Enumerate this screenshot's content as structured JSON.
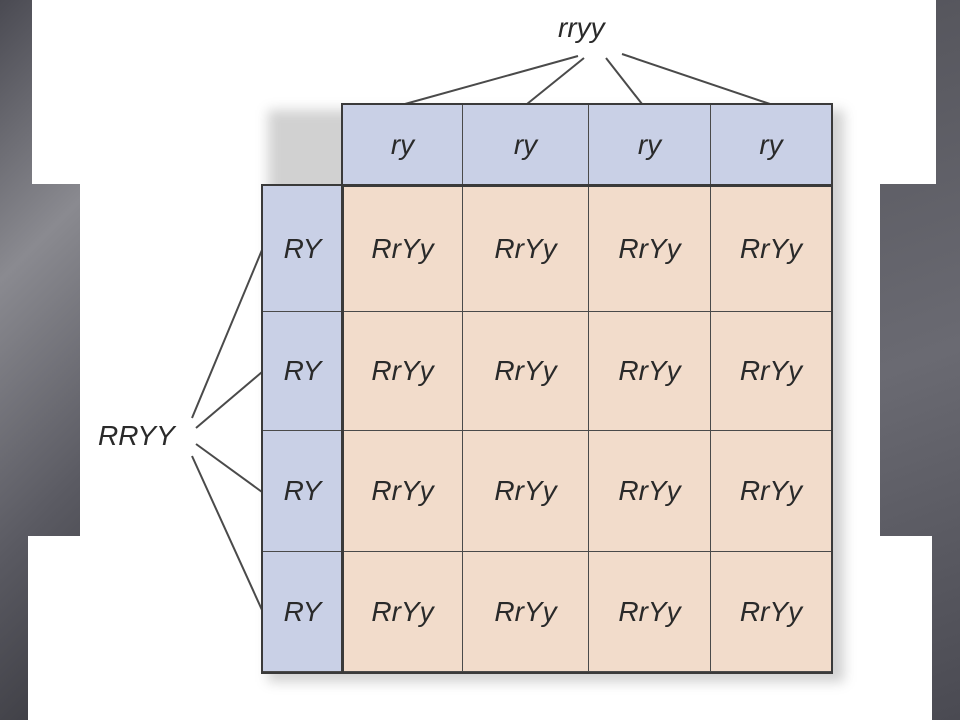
{
  "diagram": {
    "top_parent": "rryy",
    "left_parent": "RRYY",
    "top_gametes": [
      "ry",
      "ry",
      "ry",
      "ry"
    ],
    "left_gametes": [
      "RY",
      "RY",
      "RY",
      "RY"
    ],
    "offspring": [
      [
        "RrYy",
        "RrYy",
        "RrYy",
        "RrYy"
      ],
      [
        "RrYy",
        "RrYy",
        "RrYy",
        "RrYy"
      ],
      [
        "RrYy",
        "RrYy",
        "RrYy",
        "RrYy"
      ],
      [
        "RrYy",
        "RrYy",
        "RrYy",
        "RrYy"
      ]
    ],
    "colors": {
      "gamete_fill": "#c9d0e6",
      "offspring_fill": "#f2dccb",
      "line": "#4a4a4a"
    }
  }
}
